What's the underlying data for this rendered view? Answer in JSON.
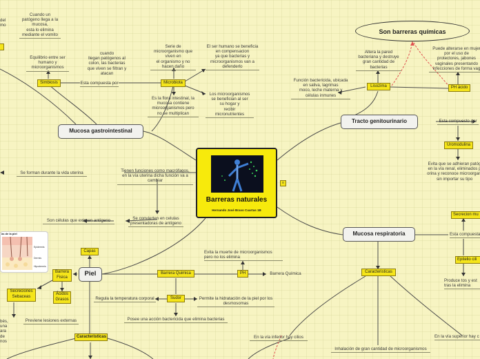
{
  "central": {
    "title": "Barreras naturales",
    "subtitle": "Hernando José Bravo Cuartas 1B"
  },
  "main_nodes": {
    "mucosa_gi": "Mucosa gastrointestinal",
    "tracto": "Tracto genitourinario",
    "mucosa_resp": "Mucosa respiratoria",
    "piel": "Piel",
    "ellipse": "Son barreras químicas"
  },
  "tags": {
    "simbiosis": "Simbiosis",
    "microbiota": "Microbiota",
    "lisozima": "Lisozima",
    "ph_acido": "PH ácido",
    "uromodulina": "Uromodulina",
    "secrecion": "Secrecion mu",
    "epitelio": "Epitelio cili",
    "caracteristicas_r": "Caracteristicas",
    "capas": "Capas",
    "barrera_fisica": "Barrera\nFisica",
    "acidos": "Ácidos\nGrasos",
    "secreciones": "Secreciones\nSebaceas",
    "barrera_quimica": "Barrera Quimica",
    "ph": "PH",
    "sudor": "Sudor",
    "caracteristicas_p": "Caracteristicas"
  },
  "texts": {
    "t1": "Cuando un\npatógeno llega a la\nmucosa,\nesta lo elimina\nmediante el vomito",
    "t2": "del\nmo",
    "t3": "Equilibrio entre ser\nhumano y\nmicroorganismos",
    "t4": "cuando\nllegan patógenos al\ncolon, las bacterias\nque viven se filtran y\natacan",
    "t5": "Serie de\nmicroorganismo que\nviven en\nel organismo y no\nhacen daño",
    "t6": "El ser humano se beneficia\nen compensacion\nya que bacterias y\nmicroorganismos van a\ndefenderlo",
    "t7": "Esta compuesta por",
    "t8": "Es la flora intestinal, la\nmucosa contiene\nmicroorganismos pero\nno se multiplican",
    "t9": "Los microorganismos\nse benefician al ser\nsu hogar y\nrecibir\nmicronutrientes",
    "t10": "Altera la pared\nbacteriana y destruye\ngran cantidad de\nbacterias",
    "t11": "Función bactericida, ubicada\nen saliva, lagrimas\nmoco, leche materna y\ncélulas inmunes",
    "t12": "Puede alterarse en mujer\npor el uso de\nprotectores, jabones\nvaginales presentando\ninfecciones de forma vag",
    "t13": "Esta compuesto por",
    "t14": "Evita que se adhieran patóg\nen la vía renal, eliminados p\norina y reconoce microorgani\nsin importar su tipo",
    "t15": "Se forman durante la vida uterina",
    "t16": "Tienen funciones como macrófagos,\nen la vía uterina dicha función va a\ncambiar",
    "t17": "Se convierten en celulas\npresentadoras de antígeno",
    "t18": "Son células que extraen antígeno",
    "t19": "Esta compuesta",
    "t20": "Produce tos y est\ntras la elimina",
    "t21": "En la vía inferior hay cilios",
    "t22": "Inhalación de gran cantidad de microorganismos",
    "t23": "En la vía superior hay c",
    "t24": "Evita la muerte de microorganismos\npero no los elimina",
    "t25": "Barrera Química",
    "t26": "Regula la temperatura corporal",
    "t27": "Permite la hidratación de la piel por los\ndesmosomas",
    "t28": "Posee una acción bactericida que elimina bacterias",
    "t29": "Previene lesiones externas",
    "t30": "bés,\nuna\nara\nde\nnos"
  },
  "skin_image": {
    "caption": "as de la piel",
    "labels": [
      "Epidermis",
      "Dermis",
      "Hipodermis"
    ]
  },
  "colors": {
    "background": "#f7f4c2",
    "central": "#f7ea0c",
    "tag": "#f5e51a",
    "ellipse_link": "#e05050"
  }
}
